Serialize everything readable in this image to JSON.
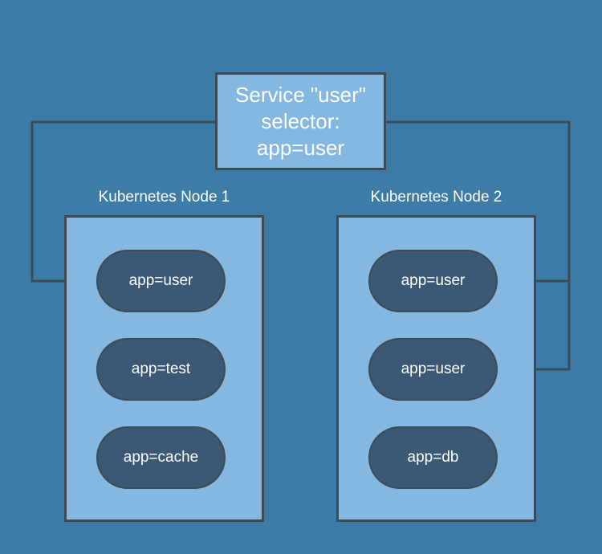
{
  "colors": {
    "background": "#3e7ca8",
    "container_fill": "#84b8e0",
    "pod_fill": "#3b5974",
    "stroke": "#3e4a54",
    "text": "#ffffff"
  },
  "service_box": {
    "lines": [
      "Service \"user\"",
      "selector:",
      "app=user"
    ]
  },
  "nodes": [
    {
      "title": "Kubernetes Node 1",
      "pods": [
        "app=user",
        "app=test",
        "app=cache"
      ]
    },
    {
      "title": "Kubernetes Node 2",
      "pods": [
        "app=user",
        "app=user",
        "app=db"
      ]
    }
  ],
  "connections": [
    {
      "from": "service-selector",
      "to": "node1-pod-app-user"
    },
    {
      "from": "service-selector",
      "to": "node2-pod-app-user-1"
    },
    {
      "from": "service-selector",
      "to": "node2-pod-app-user-2"
    }
  ]
}
